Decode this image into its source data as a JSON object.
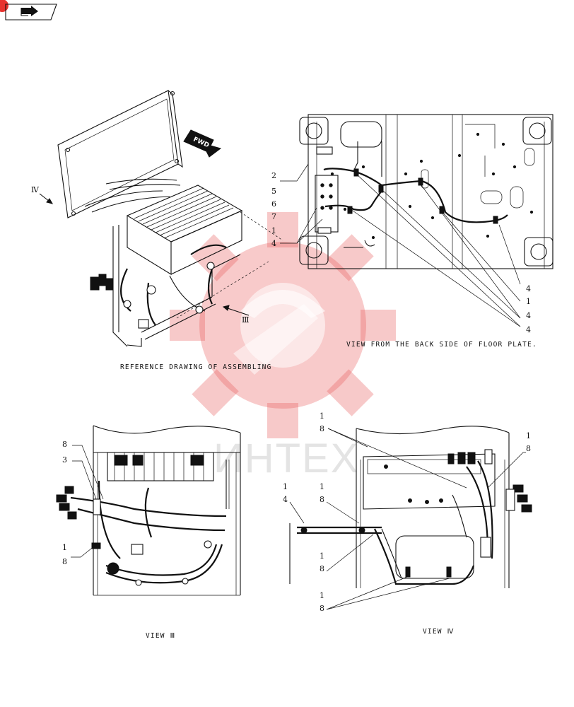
{
  "nav": {
    "back_icon": "return-arrow-icon"
  },
  "watermark": {
    "text": "ИНТЕХ",
    "color": "#e85a5a"
  },
  "labels": {
    "fwd": "FWD",
    "view_iv_marker": "Ⅳ",
    "view_iii_marker": "Ⅲ",
    "ref_caption": "REFERENCE DRAWING OF ASSEMBLING",
    "floor_caption": "VIEW FROM THE BACK SIDE OF FLOOR PLATE.",
    "view_iii_caption": "VIEW Ⅲ",
    "view_iv_caption": "VIEW Ⅳ"
  },
  "callouts": {
    "floor_left": [
      "2",
      "5",
      "6",
      "7",
      "1",
      "4"
    ],
    "floor_right": [
      "4",
      "1",
      "4",
      "4"
    ],
    "view3": [
      "8",
      "3",
      "1",
      "8"
    ],
    "view4": [
      "1",
      "8",
      "1",
      "8",
      "1",
      "4",
      "1",
      "8",
      "1",
      "8",
      "1",
      "8"
    ]
  }
}
